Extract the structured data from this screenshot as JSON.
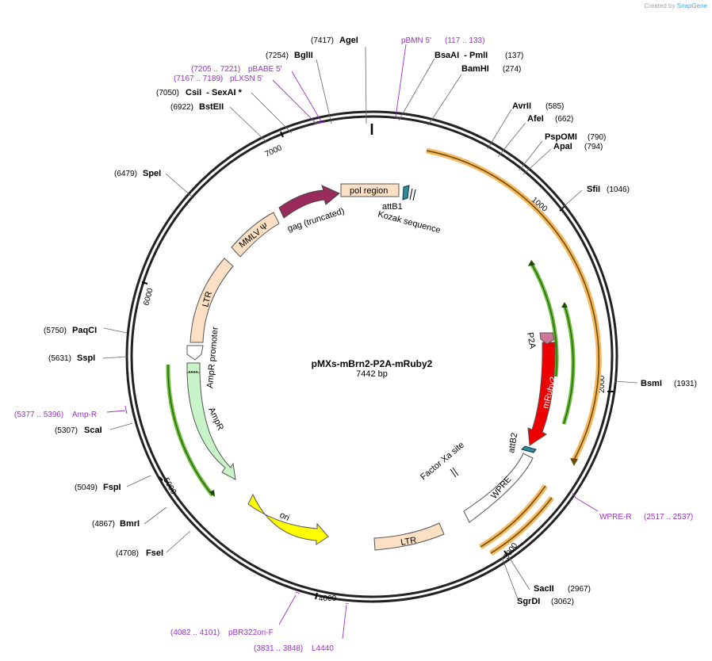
{
  "credit": {
    "created_by": "Created by",
    "brand": "SnapGene"
  },
  "plasmid": {
    "name": "pMXs-mBrn2-P2A-mRuby2",
    "size": "7442 bp",
    "total": 7442
  },
  "ticks": [
    "1000",
    "2000",
    "3000",
    "4000",
    "5000",
    "6000",
    "7000"
  ],
  "sites": [
    {
      "name": "AgeI",
      "pos": "(7417)",
      "bp": 7417
    },
    {
      "name": "BsaAI  - PmlI",
      "pos": "(137)",
      "bp": 137
    },
    {
      "name": "BamHI",
      "pos": "(274)",
      "bp": 274
    },
    {
      "name": "AvrII",
      "pos": "(585)",
      "bp": 585
    },
    {
      "name": "AfeI",
      "pos": "(662)",
      "bp": 662
    },
    {
      "name": "PspOMI",
      "pos": "(790)",
      "bp": 790
    },
    {
      "name": "ApaI",
      "pos": "(794)",
      "bp": 794
    },
    {
      "name": "SfiI",
      "pos": "(1046)",
      "bp": 1046
    },
    {
      "name": "BsmI",
      "pos": "(1931)",
      "bp": 1931
    },
    {
      "name": "SacII",
      "pos": "(2967)",
      "bp": 2967
    },
    {
      "name": "SgrDI",
      "pos": "(3062)",
      "bp": 3062
    },
    {
      "name": "FseI",
      "pos": "(4708)",
      "bp": 4708
    },
    {
      "name": "BmrI",
      "pos": "(4867)",
      "bp": 4867
    },
    {
      "name": "FspI",
      "pos": "(5049)",
      "bp": 5049
    },
    {
      "name": "ScaI",
      "pos": "(5307)",
      "bp": 5307
    },
    {
      "name": "SspI",
      "pos": "(5631)",
      "bp": 5631
    },
    {
      "name": "PaqCI",
      "pos": "(5750)",
      "bp": 5750
    },
    {
      "name": "SpeI",
      "pos": "(6479)",
      "bp": 6479
    },
    {
      "name": "BstEII",
      "pos": "(6922)",
      "bp": 6922
    },
    {
      "name": "CsiI  - SexAI *",
      "pos": "(7050)",
      "bp": 7050
    },
    {
      "name": "BglII",
      "pos": "(7254)",
      "bp": 7254
    }
  ],
  "primers": [
    {
      "name": "pBMN 5'",
      "range": "(117 .. 133)"
    },
    {
      "name": "pBABE 5'",
      "range": "(7205 .. 7221)"
    },
    {
      "name": "pLXSN 5'",
      "range": "(7167 .. 7189)"
    },
    {
      "name": "Amp-R",
      "range": "(5377 .. 5396)"
    },
    {
      "name": "WPRE-R",
      "range": "(2517 .. 2537)"
    },
    {
      "name": "pBR322ori-F",
      "range": "(4082 .. 4101)"
    },
    {
      "name": "L4440",
      "range": "(3831 .. 3848)"
    }
  ],
  "features": {
    "pol_region": "pol region",
    "gag": "gag (truncated)",
    "mmlv": "MMLV Ψ",
    "attb1": "attB1",
    "kozak": "Kozak sequence",
    "ltr_left": "LTR",
    "ampr_promoter": "AmpR promoter",
    "ampr": "AmpR",
    "ori": "ori",
    "ltr_bottom": "LTR",
    "wpre": "WPRE",
    "factor_xa": "Factor Xa site",
    "attb2": "attB2",
    "mruby2": "mRuby2",
    "p2a": "P2A"
  },
  "colors": {
    "backbone": "#222222",
    "orf_orange": "#f4b860",
    "orf_green": "#66bb33",
    "primer": "#9a30c8",
    "gag": "#9b2a5c",
    "ltr": "#fde0c4",
    "ampr": "#c8f5c8",
    "ori": "#ffff00",
    "mruby2": "#ee0000",
    "p2a": "#cc7799",
    "att": "#2e8b9a"
  }
}
